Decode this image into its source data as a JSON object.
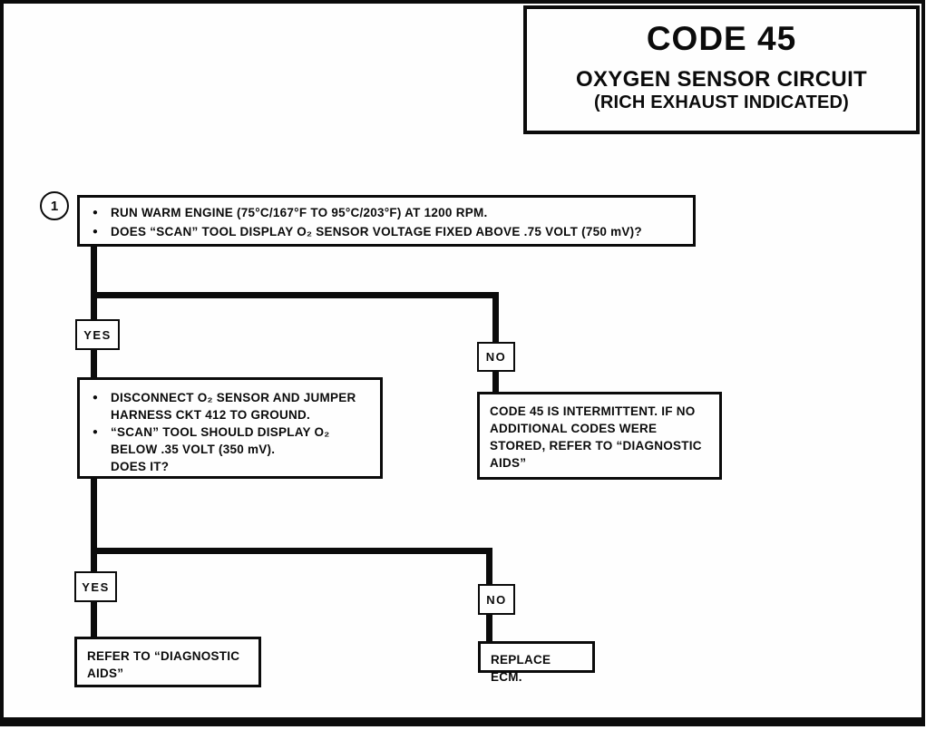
{
  "header": {
    "code": "CODE 45",
    "title": "OXYGEN SENSOR CIRCUIT",
    "subtitle": "(RICH EXHAUST INDICATED)"
  },
  "flow": {
    "step1": {
      "marker": "1",
      "bullets": [
        "RUN WARM ENGINE (75°C/167°F TO 95°C/203°F) AT 1200 RPM.",
        "DOES “SCAN” TOOL DISPLAY O₂ SENSOR VOLTAGE FIXED ABOVE .75 VOLT (750 mV)?"
      ]
    },
    "branch1": {
      "yes_label": "YES",
      "no_label": "NO"
    },
    "step2": {
      "bullets": [
        "DISCONNECT O₂ SENSOR AND JUMPER\nHARNESS CKT 412 TO GROUND.",
        "“SCAN” TOOL SHOULD DISPLAY O₂\nBELOW .35 VOLT (350 mV).\nDOES IT?"
      ]
    },
    "no1_result": "CODE 45 IS INTERMITTENT.  IF NO\nADDITIONAL CODES WERE\nSTORED, REFER TO “DIAGNOSTIC\nAIDS”",
    "branch2": {
      "yes_label": "YES",
      "no_label": "NO"
    },
    "yes2_result": "REFER TO “DIAGNOSTIC\nAIDS”",
    "no2_result": "REPLACE ECM."
  }
}
